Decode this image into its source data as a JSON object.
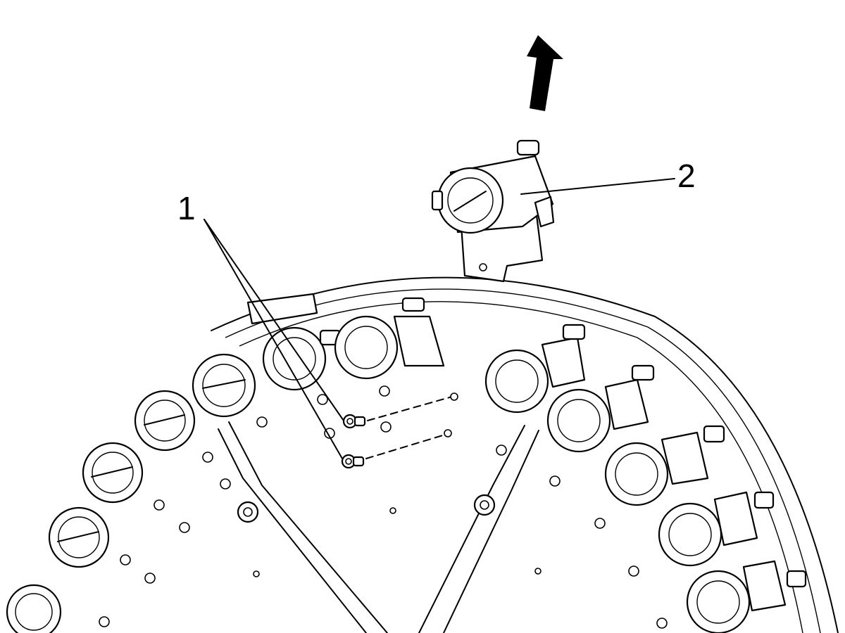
{
  "callouts": [
    {
      "id": "1",
      "label": "1",
      "description": "screws"
    },
    {
      "id": "2",
      "label": "2",
      "description": "tool pocket"
    }
  ],
  "icons": {
    "removal_arrow": "arrow-up-icon"
  },
  "colors": {
    "line": "#000000",
    "background": "#ffffff"
  }
}
